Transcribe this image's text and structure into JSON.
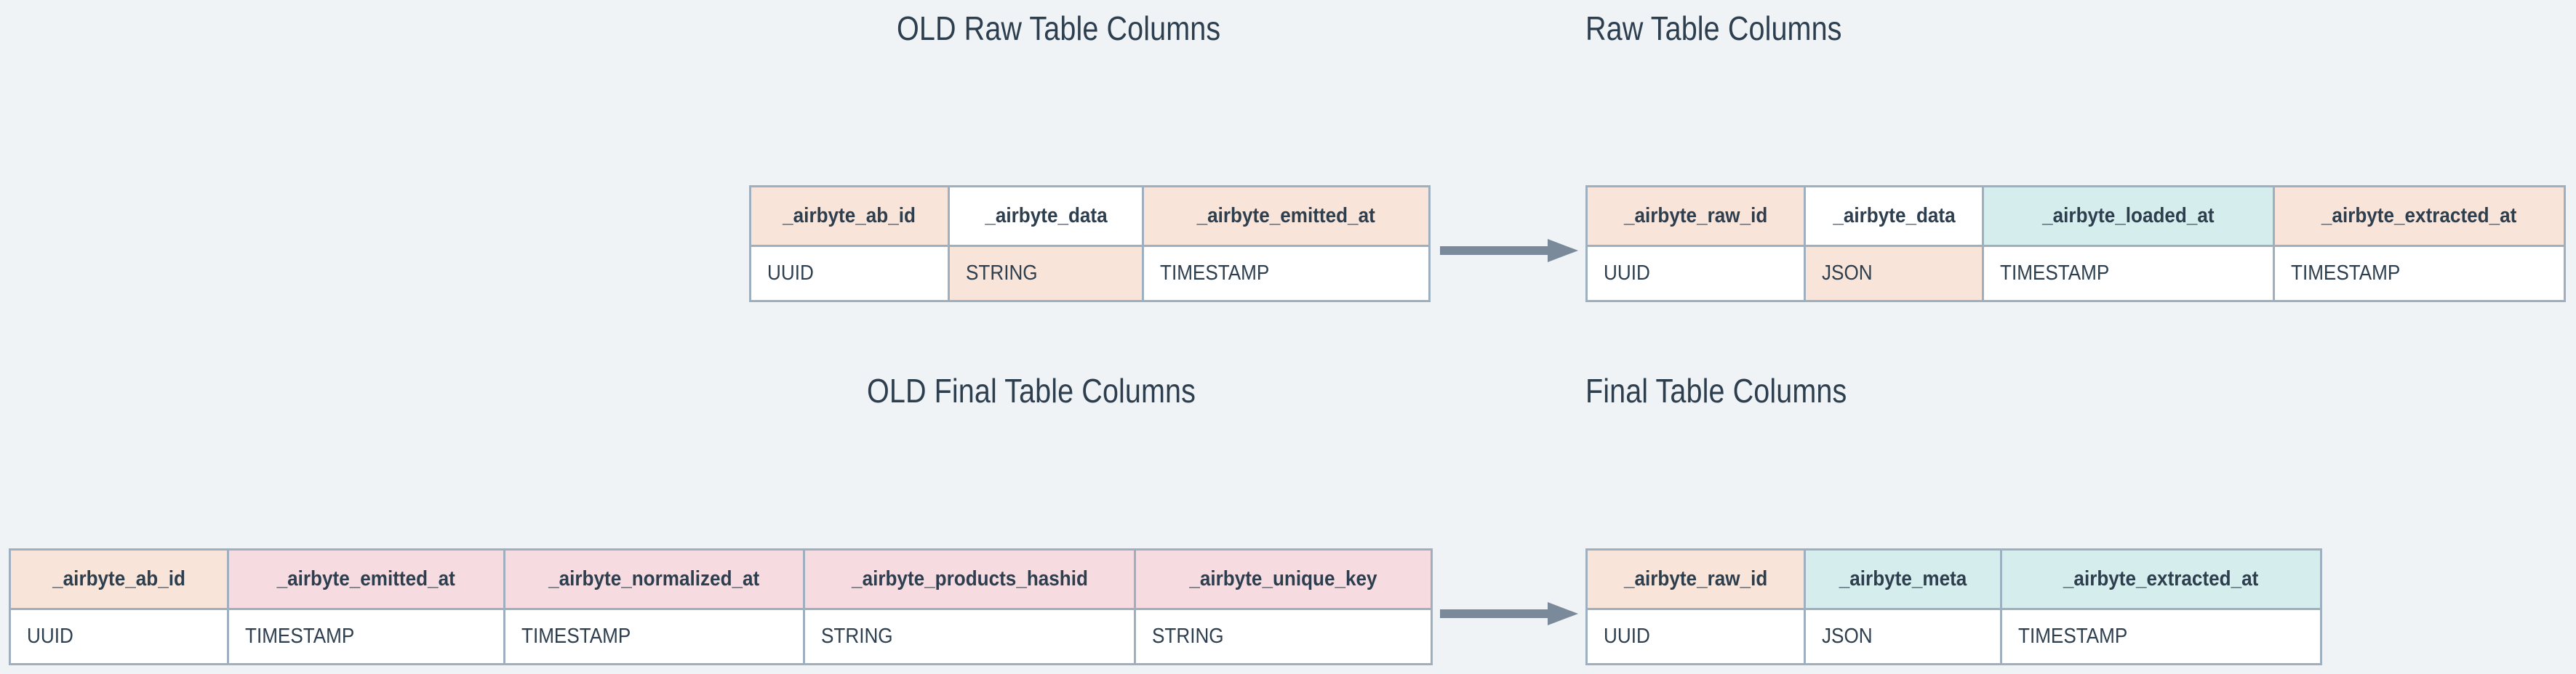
{
  "background_color": "#eff3f6",
  "text_color": "#2d3e4e",
  "border_color": "#9eb0bf",
  "arrow_color": "#7b8a9b",
  "highlight_colors": {
    "peach": "#f8e4d8",
    "teal": "#d5edec",
    "pink": "#f6dce1",
    "white": "#ffffff"
  },
  "sections": {
    "old_raw": {
      "title": "OLD Raw Table Columns",
      "columns": [
        {
          "name": "_airbyte_ab_id",
          "type": "UUID",
          "header_fill": "peach",
          "cell_fill": "white"
        },
        {
          "name": "_airbyte_data",
          "type": "STRING",
          "header_fill": "white",
          "cell_fill": "peach"
        },
        {
          "name": "_airbyte_emitted_at",
          "type": "TIMESTAMP",
          "header_fill": "peach",
          "cell_fill": "white"
        }
      ]
    },
    "new_raw": {
      "title": "Raw Table Columns",
      "columns": [
        {
          "name": "_airbyte_raw_id",
          "type": "UUID",
          "header_fill": "peach",
          "cell_fill": "white"
        },
        {
          "name": "_airbyte_data",
          "type": "JSON",
          "header_fill": "white",
          "cell_fill": "peach"
        },
        {
          "name": "_airbyte_loaded_at",
          "type": "TIMESTAMP",
          "header_fill": "teal",
          "cell_fill": "white"
        },
        {
          "name": "_airbyte_extracted_at",
          "type": "TIMESTAMP",
          "header_fill": "peach",
          "cell_fill": "white"
        }
      ]
    },
    "old_final": {
      "title": "OLD Final Table Columns",
      "columns": [
        {
          "name": "_airbyte_ab_id",
          "type": "UUID",
          "header_fill": "peach",
          "cell_fill": "white"
        },
        {
          "name": "_airbyte_emitted_at",
          "type": "TIMESTAMP",
          "header_fill": "pink",
          "cell_fill": "white"
        },
        {
          "name": "_airbyte_normalized_at",
          "type": "TIMESTAMP",
          "header_fill": "pink",
          "cell_fill": "white"
        },
        {
          "name": "_airbyte_products_hashid",
          "type": "STRING",
          "header_fill": "pink",
          "cell_fill": "white"
        },
        {
          "name": "_airbyte_unique_key",
          "type": "STRING",
          "header_fill": "pink",
          "cell_fill": "white"
        }
      ]
    },
    "new_final": {
      "title": "Final Table Columns",
      "columns": [
        {
          "name": "_airbyte_raw_id",
          "type": "UUID",
          "header_fill": "peach",
          "cell_fill": "white"
        },
        {
          "name": "_airbyte_meta",
          "type": "JSON",
          "header_fill": "teal",
          "cell_fill": "white"
        },
        {
          "name": "_airbyte_extracted_at",
          "type": "TIMESTAMP",
          "header_fill": "teal",
          "cell_fill": "white"
        }
      ]
    }
  },
  "arrows": [
    {
      "name": "raw-transition-arrow",
      "direction": "right"
    },
    {
      "name": "final-transition-arrow",
      "direction": "right"
    }
  ]
}
